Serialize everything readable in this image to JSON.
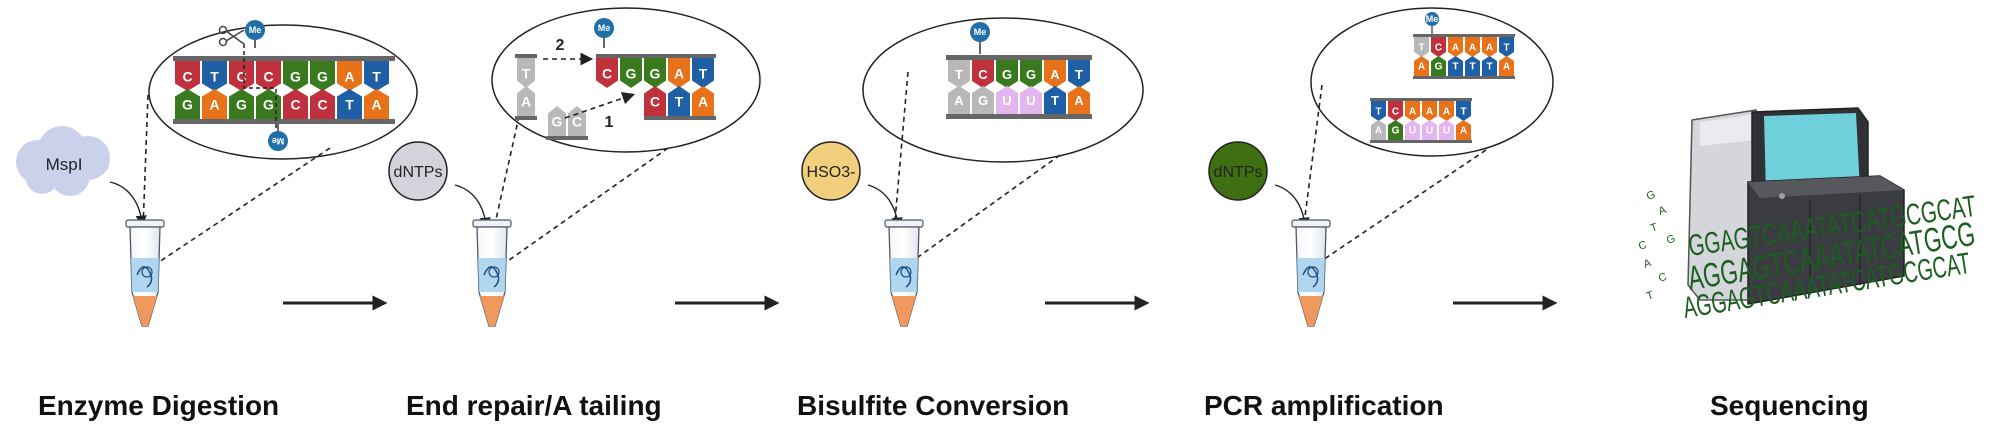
{
  "steps": [
    {
      "label": "Enzyme Digestion",
      "agent": "MspI",
      "agent_color": "#c9d2ea"
    },
    {
      "label": "End repair/A tailing",
      "agent": "dNTPs",
      "agent_color": "#d3d3dc"
    },
    {
      "label": "Bisulfite Conversion",
      "agent": "HSO3-",
      "agent_color": "#f1cf7c"
    },
    {
      "label": "PCR amplification",
      "agent": "dNTPs",
      "agent_color": "#3f6f12"
    },
    {
      "label": "Sequencing",
      "agent": "",
      "agent_color": ""
    }
  ],
  "methyl_tag": "Me",
  "base_colors": {
    "C": "#c0313e",
    "G": "#3a7a1f",
    "A": "#e8721a",
    "T": "#1f5fa6",
    "U": "#e3b6ef",
    "gray": "#b8b8b8"
  },
  "strands": {
    "s1_top": [
      "C",
      "T",
      "C",
      "C",
      "G",
      "G",
      "A",
      "T"
    ],
    "s1_bottom": [
      "G",
      "A",
      "G",
      "G",
      "C",
      "C",
      "T",
      "A"
    ],
    "s2_top_left": [
      "T"
    ],
    "s2_bottom_left": [
      "A"
    ],
    "s2_top_right": [
      "C",
      "G",
      "G",
      "A",
      "T"
    ],
    "s2_bottom_right": [
      "C",
      "T",
      "A"
    ],
    "s2_free": [
      "G",
      "C"
    ],
    "s2_arrow_labels": [
      "2",
      "1"
    ],
    "s3_top": [
      "T",
      "C",
      "G",
      "G",
      "A",
      "T"
    ],
    "s3_bottom": [
      "A",
      "G",
      "U",
      "U",
      "T",
      "A"
    ],
    "s4_top": [
      "T",
      "C",
      "A",
      "A",
      "A",
      "T"
    ],
    "s4_mid": [
      "A",
      "G",
      "T",
      "T",
      "T",
      "A"
    ],
    "s4_lower": [
      "T",
      "C",
      "A",
      "A",
      "A",
      "T"
    ],
    "s4_last": [
      "A",
      "G",
      "U",
      "U",
      "U",
      "A"
    ]
  },
  "sequence_lines": [
    "GGAGTCAAATATCATGCGCAT",
    "AGGAGTCAAATATCATGCG",
    "AGGAGTCAAATATCATGCGCAT"
  ]
}
